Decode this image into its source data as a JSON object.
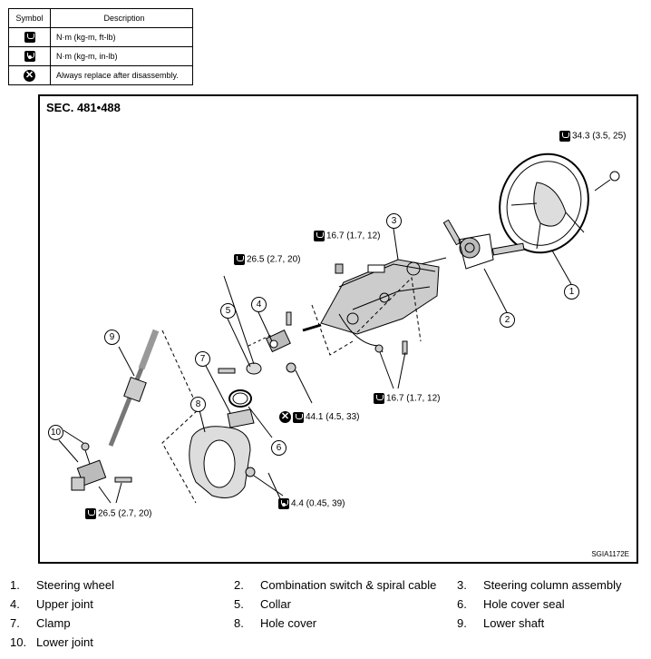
{
  "legend": {
    "header_symbol": "Symbol",
    "header_description": "Description",
    "rows": [
      {
        "icon": "torque-wrench-icon",
        "description": "N·m (kg-m, ft-lb)"
      },
      {
        "icon": "torque-wrench-small-icon",
        "description": "N·m (kg-m, in-lb)"
      },
      {
        "icon": "replace-x-icon",
        "description": "Always replace after disassembly."
      }
    ]
  },
  "diagram": {
    "section": "SEC. 481•488",
    "figure_id": "SGIA1172E",
    "callouts": [
      "1",
      "2",
      "3",
      "4",
      "5",
      "6",
      "7",
      "8",
      "9",
      "10"
    ],
    "torques": {
      "wheel_nut": "34.3 (3.5, 25)",
      "column_upper_bolt": "16.7 (1.7, 12)",
      "upper_joint_bolt": "26.5 (2.7, 20)",
      "column_lower_bolts": "16.7 (1.7, 12)",
      "joint_nut": "44.1 (4.5, 33)",
      "hole_cover_nut": "4.4 (0.45, 39)",
      "lower_joint_bolt": "26.5 (2.7, 20)"
    }
  },
  "parts": [
    {
      "num": "1.",
      "name": "Steering wheel"
    },
    {
      "num": "2.",
      "name": "Combination switch & spiral cable"
    },
    {
      "num": "3.",
      "name": "Steering column assembly"
    },
    {
      "num": "4.",
      "name": "Upper joint"
    },
    {
      "num": "5.",
      "name": "Collar"
    },
    {
      "num": "6.",
      "name": "Hole cover seal"
    },
    {
      "num": "7.",
      "name": "Clamp"
    },
    {
      "num": "8.",
      "name": "Hole cover"
    },
    {
      "num": "9.",
      "name": "Lower shaft"
    },
    {
      "num": "10.",
      "name": "Lower joint"
    }
  ]
}
